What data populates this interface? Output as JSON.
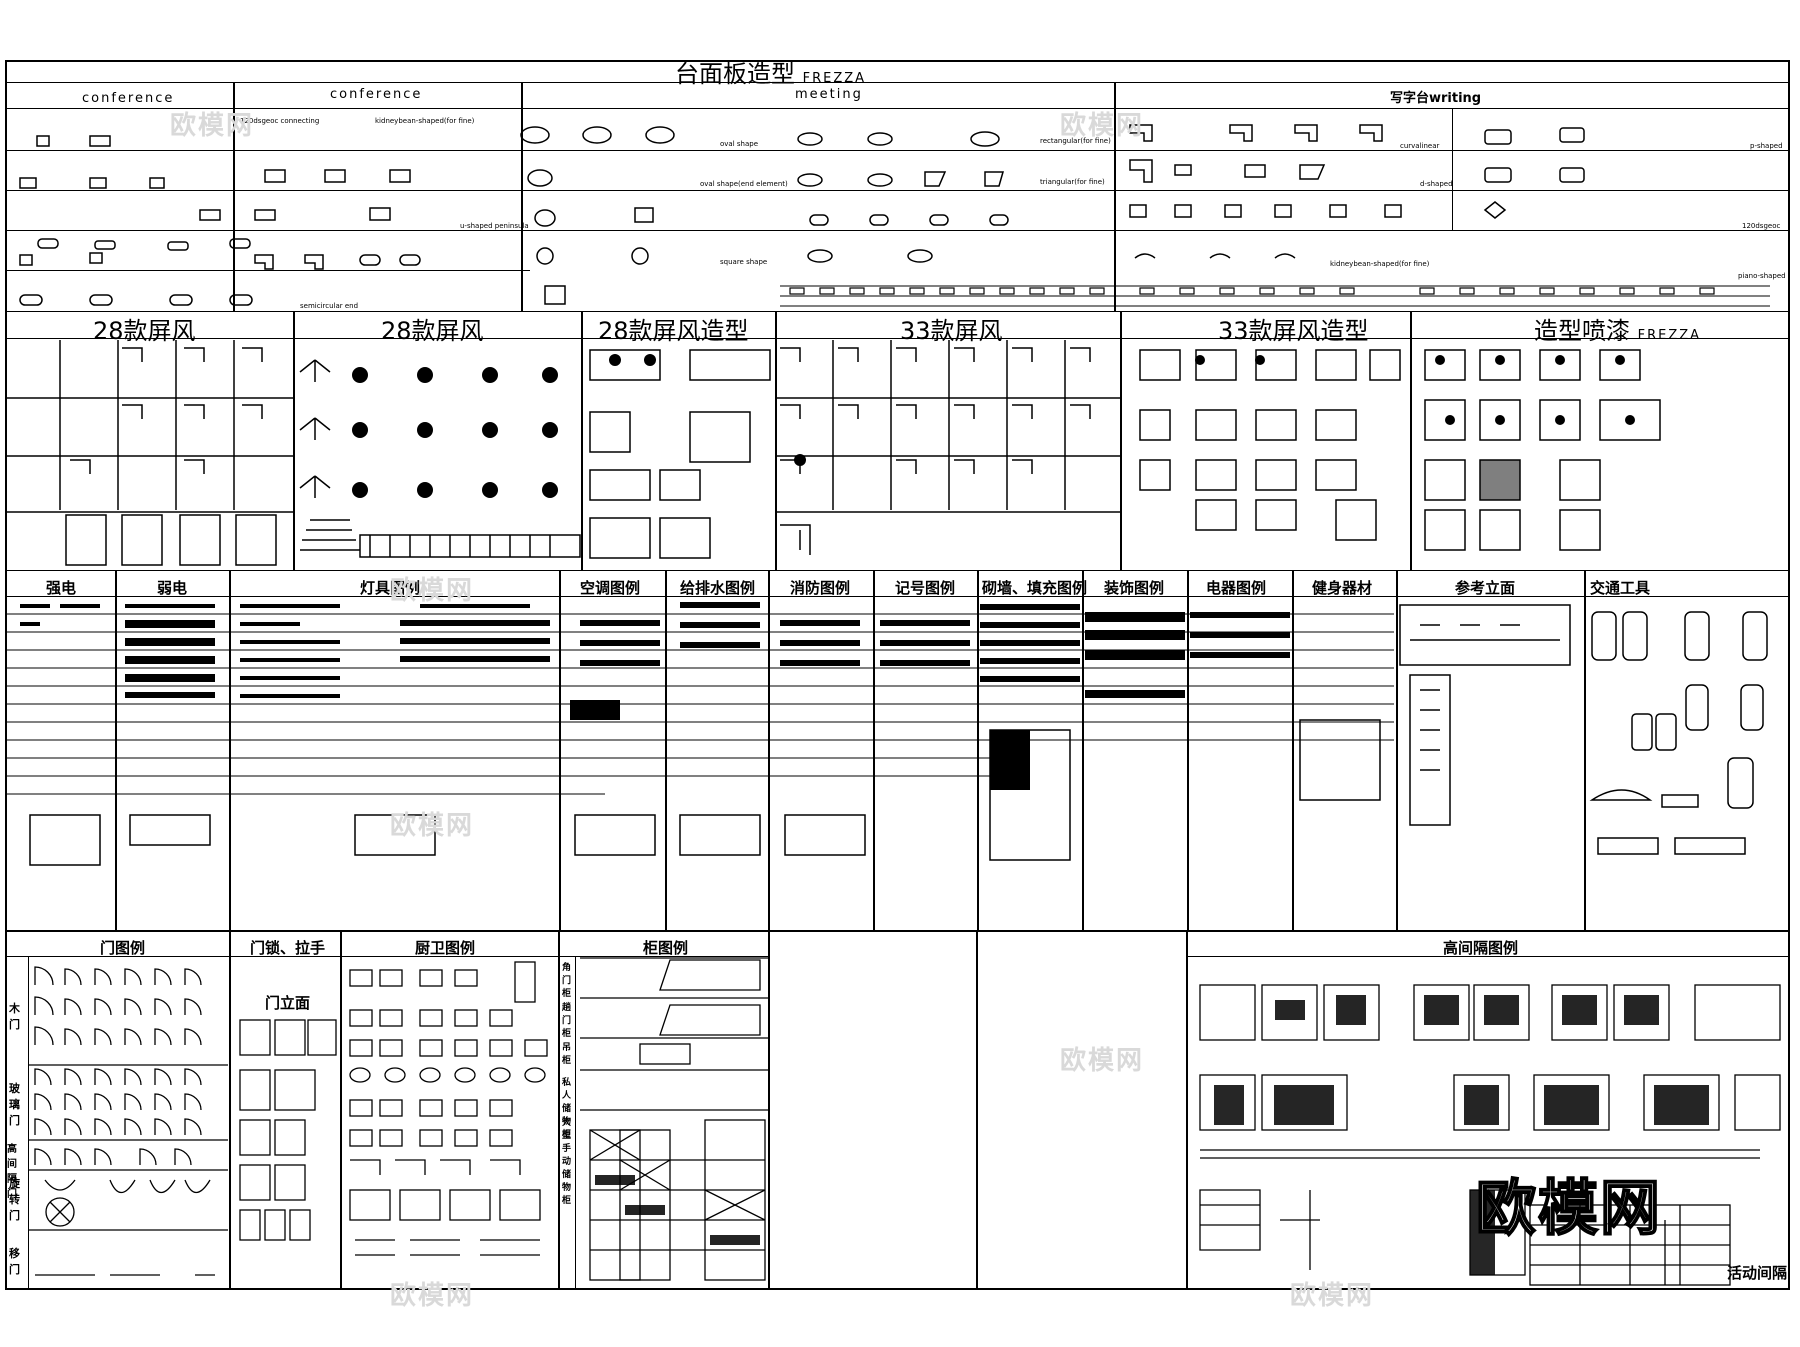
{
  "sheet": {
    "title": "台面板造型",
    "title_brand": "FREZZA",
    "brand_logo_text": "欧模网",
    "watermark": "欧模网"
  },
  "row1": {
    "conference_a": "conference",
    "conference_b": "conference",
    "meeting": "meeting",
    "writing": "写字台writing"
  },
  "row1_notes": {
    "conf_b_1": "120dsgeoc connecting",
    "conf_b_2": "kidneybean-shaped(for fine)",
    "conf_b_3": "u-shaped peninsula",
    "conf_b_4": "semicircular end",
    "meet_1": "oval shape",
    "meet_2": "oval shape(end element)",
    "meet_3": "square shape",
    "write_1": "rectangular(for fine)",
    "write_2": "triangular(for fine)",
    "write_3": "curvalinear",
    "write_4": "kidneybean-shaped(for fine)",
    "write_5": "d-shaped",
    "write_6": "p-shaped",
    "write_7": "120dsgeoc",
    "write_8": "piano-shaped"
  },
  "row2": {
    "screen28_a": "28款屏风",
    "screen28_b": "28款屏风",
    "screen28_c": "28款屏风造型",
    "screen33_a": "33款屏风",
    "screen33_b": "33款屏风造型",
    "spray": "造型喷漆",
    "spray_brand": "FREZZA"
  },
  "row3": {
    "strong": "强电",
    "weak": "弱电",
    "lamp": "灯具图例",
    "hvac": "空调图例",
    "water": "给排水图例",
    "fire": "消防图例",
    "mark": "记号图例",
    "wall": "砌墙、填充图例",
    "deco": "装饰图例",
    "appliance": "电器图例",
    "fitness": "健身器材",
    "elev": "参考立面",
    "vehicle": "交通工具"
  },
  "row4": {
    "door": "门图例",
    "lock": "门锁、拉手",
    "kitchen": "厨卫图例",
    "cabinet": "柜图例",
    "partition": "高间隔图例",
    "door_elev": "门立面",
    "movable": "活动间隔"
  },
  "door_side": [
    "木门",
    "玻璃门",
    "高间隔门",
    "旋转门",
    "移门"
  ],
  "cabinet_side": [
    "角门柜",
    "趟门柜",
    "吊柜",
    "私人储物柜",
    "大型手动储物柜"
  ],
  "colors": {
    "line": "#000000",
    "paper": "#ffffff",
    "watermark": "#d9d9d9"
  },
  "icons": [
    "desk-shape-icon",
    "chair-cluster-icon",
    "car-icon",
    "door-swing-icon",
    "revolving-door-icon",
    "elevation-icon"
  ]
}
